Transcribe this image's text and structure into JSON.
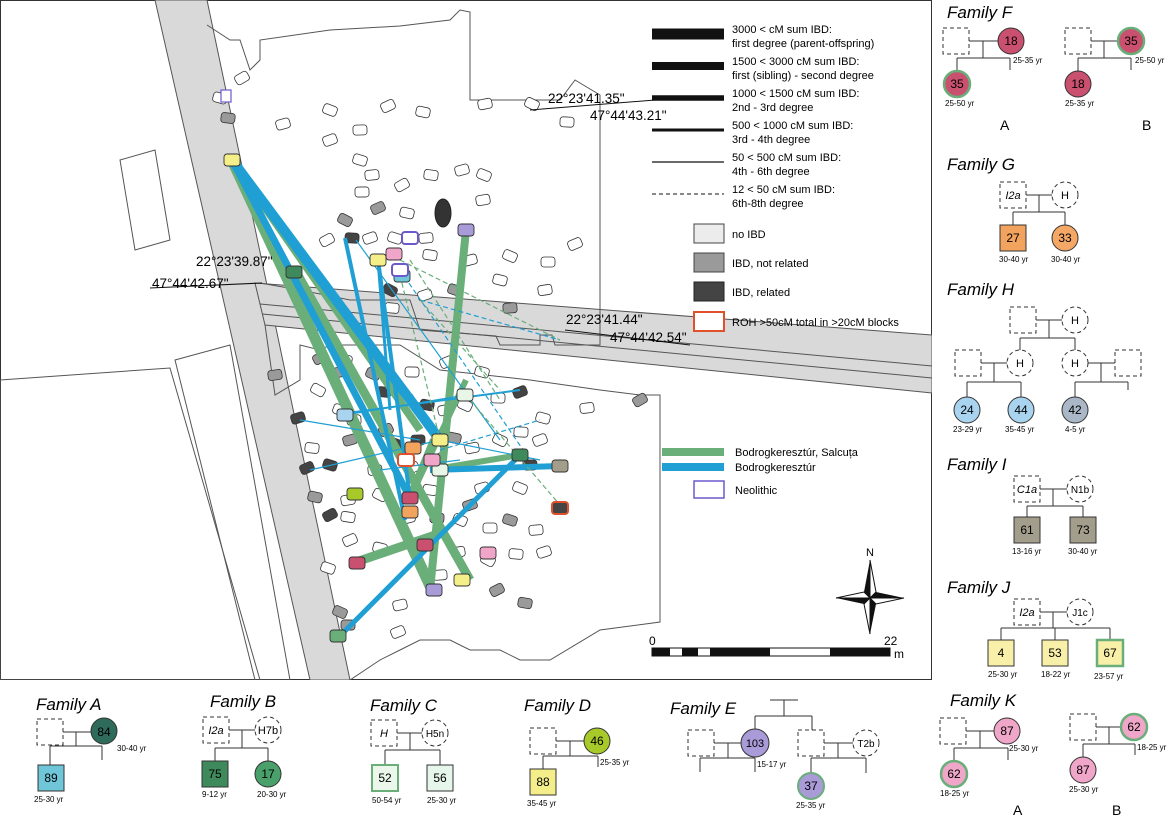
{
  "coords": {
    "c1_lon": "22°23'41.35\"",
    "c1_lat": "47°44'43.21\"",
    "c2_lon": "22°23'39.87\"",
    "c2_lat": "47°44'42.67\"",
    "c3_lon": "22°23'41.44\"",
    "c3_lat": "47°44'42.54\""
  },
  "legend": {
    "ibd": [
      {
        "l1": "3000 < cM sum IBD:",
        "l2": "first degree (parent-offspring)"
      },
      {
        "l1": "1500 < 3000 cM sum IBD:",
        "l2": "first (sibling) - second degree"
      },
      {
        "l1": "1000 < 1500 cM sum IBD:",
        "l2": "2nd - 3rd degree"
      },
      {
        "l1": "500 < 1000 cM sum IBD:",
        "l2": "3rd - 4th degree"
      },
      {
        "l1": "50 < 500 cM sum IBD:",
        "l2": "4th - 6th degree"
      },
      {
        "l1": "12 < 50 cM sum IBD:",
        "l2": "6th-8th degree"
      }
    ],
    "boxes": [
      "no IBD",
      "IBD, not related",
      "IBD, related",
      "ROH >50cM total in >20cM blocks"
    ],
    "groups": [
      "Bodrogkeresztúr, Salcuța",
      "Bodrogkeresztúr",
      "Neolithic"
    ],
    "colors": {
      "green": "#6aae7a",
      "blue": "#1f9fd3",
      "neolithic": "#6a5acd",
      "roh": "#e0502a",
      "noibd": "#ececec",
      "notrel": "#9a9a9a",
      "rel": "#444444"
    }
  },
  "compass": {
    "north": "N"
  },
  "scale": {
    "start": "0",
    "end": "22",
    "unit": "m"
  },
  "families": {
    "A": {
      "title": "Family A",
      "n1": "84",
      "a1": "30-40 yr",
      "n2": "89",
      "a2": "25-30 yr"
    },
    "B": {
      "title": "Family B",
      "h1": "I2a",
      "h2": "H7b",
      "n1": "75",
      "a1": "9-12 yr",
      "n2": "17",
      "a2": "20-30 yr"
    },
    "C": {
      "title": "Family C",
      "h1": "H",
      "h2": "H5n",
      "n1": "52",
      "a1": "50-54 yr",
      "n2": "56",
      "a2": "25-30 yr"
    },
    "D": {
      "title": "Family D",
      "n1": "46",
      "a1": "25-35 yr",
      "n2": "88",
      "a2": "35-45 yr"
    },
    "E": {
      "title": "Family E",
      "n1": "103",
      "a1": "15-17 yr",
      "h1": "T2b",
      "n2": "37",
      "a2": "25-35 yr"
    },
    "F": {
      "title": "Family F",
      "n1": "18",
      "a1": "25-35 yr",
      "n2": "35",
      "a2": "25-50 yr",
      "n3": "35",
      "a3": "25-50 yr",
      "n4": "18",
      "a4": "25-35 yr",
      "la": "A",
      "lb": "B"
    },
    "G": {
      "title": "Family G",
      "h1": "I2a",
      "h2": "H",
      "n1": "27",
      "a1": "30-40 yr",
      "n2": "33",
      "a2": "30-40 yr"
    },
    "H": {
      "title": "Family H",
      "h1": "H",
      "h2": "H",
      "h3": "H",
      "n1": "24",
      "a1": "23-29 yr",
      "n2": "44",
      "a2": "35-45 yr",
      "n3": "42",
      "a3": "4-5 yr"
    },
    "I": {
      "title": "Family I",
      "h1": "C1a",
      "h2": "N1b",
      "n1": "61",
      "a1": "13-16 yr",
      "n2": "73",
      "a2": "30-40 yr"
    },
    "J": {
      "title": "Family J",
      "h1": "I2a",
      "h2": "J1c",
      "n1": "4",
      "a1": "25-30 yr",
      "n2": "53",
      "a2": "18-22 yr",
      "n3": "67",
      "a3": "23-57 yr"
    },
    "K": {
      "title": "Family K",
      "n1": "87",
      "a1": "25-30 yr",
      "n2": "62",
      "a2": "18-25 yr",
      "n3": "62",
      "a3": "18-25 yr",
      "n4": "87",
      "a4": "25-30 yr",
      "la": "A",
      "lb": "B"
    }
  }
}
